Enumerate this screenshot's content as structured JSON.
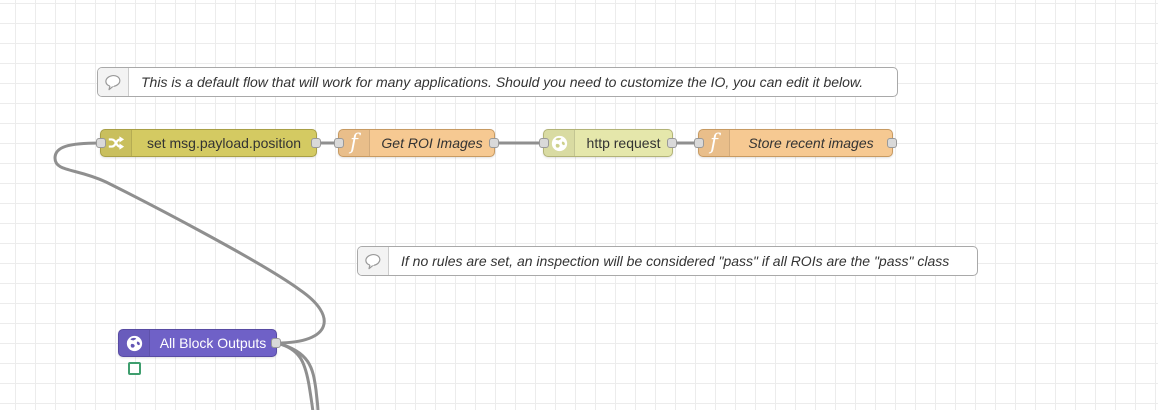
{
  "app": {
    "name": "Node-RED flow editor canvas",
    "canvas_bg": "#ffffff",
    "grid_color": "#ececec",
    "grid_size": 20,
    "wire_color": "#8f8f8f"
  },
  "comments": [
    {
      "label": "This is a default flow that will work for many applications. Should you need to customize the IO, you can edit it below.",
      "icon": "comment-bubble-icon"
    },
    {
      "label": "If no rules are set, an inspection will be considered \"pass\" if all ROIs are the \"pass\" class",
      "icon": "comment-bubble-icon"
    }
  ],
  "nodes": [
    {
      "label": "set msg.payload.position",
      "type": "change",
      "icon": "shuffle-icon",
      "color": "#d4ca62",
      "border_color": "#a89f45",
      "ports": [
        "input",
        "output"
      ]
    },
    {
      "label": "Get ROI Images",
      "type": "function",
      "icon": "function-icon",
      "color": "#f6c992",
      "border_color": "#c79a62",
      "ports": [
        "input",
        "output"
      ]
    },
    {
      "label": "http request",
      "type": "http-request",
      "icon": "globe-icon",
      "color": "#e5e7ab",
      "border_color": "#b2b377",
      "ports": [
        "input",
        "output"
      ]
    },
    {
      "label": "Store recent images",
      "type": "function",
      "icon": "function-icon",
      "color": "#f6c992",
      "border_color": "#c79a62",
      "ports": [
        "input",
        "output"
      ]
    },
    {
      "label": "All Block Outputs",
      "type": "block-outputs",
      "icon": "globe-icon",
      "color": "#6f61c7",
      "border_color": "#584ba3",
      "text_color": "#ffffff",
      "ports": [
        "output"
      ],
      "status_indicator_color": "#3f9e6e"
    }
  ],
  "wires": [
    {
      "from": "set msg.payload.position",
      "to": "Get ROI Images"
    },
    {
      "from": "Get ROI Images",
      "to": "http request"
    },
    {
      "from": "http request",
      "to": "Store recent images"
    },
    {
      "from": "All Block Outputs",
      "to": "set msg.payload.position"
    },
    {
      "from": "All Block Outputs",
      "to": "offscreen below canvas (1)"
    },
    {
      "from": "All Block Outputs",
      "to": "offscreen below canvas (2)"
    }
  ]
}
